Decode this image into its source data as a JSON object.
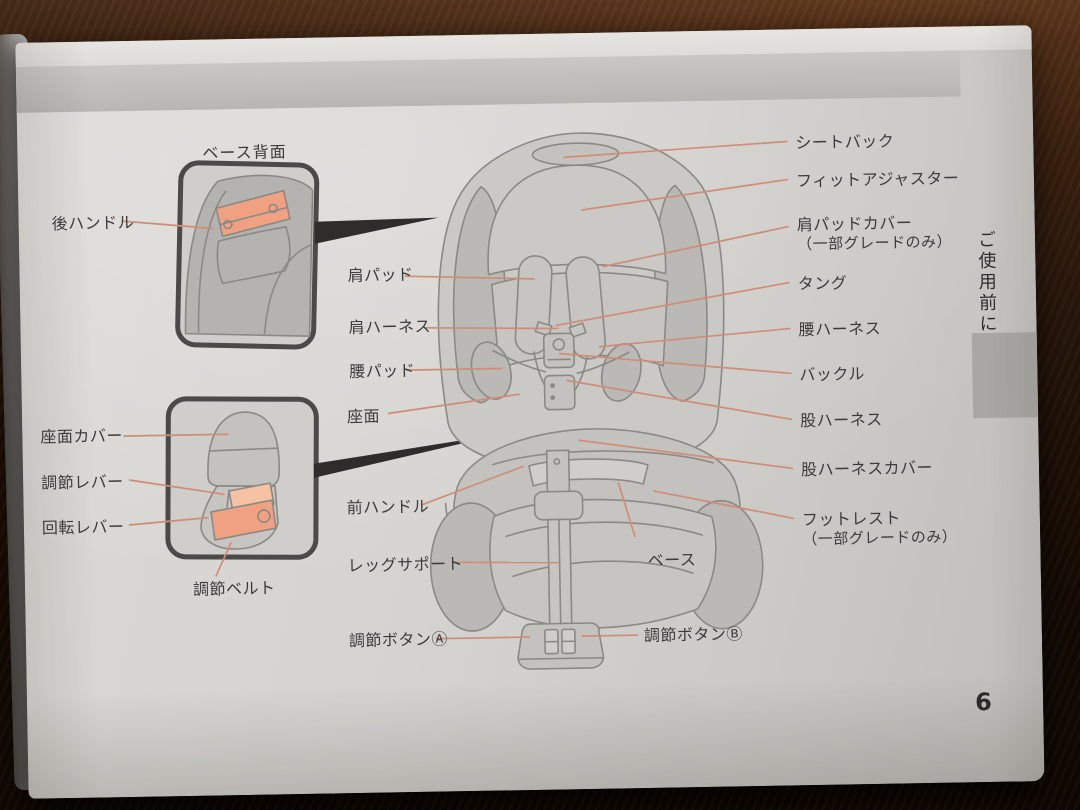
{
  "page": {
    "page_number": "6",
    "side_tab": "ご使用前に"
  },
  "labels": {
    "base_rear_title": "ベース背面",
    "rear_handle": "後ハンドル",
    "shoulder_pad": "肩パッド",
    "shoulder_harness": "肩ハーネス",
    "waist_pad": "腰パッド",
    "seat_surface": "座面",
    "seat_cover": "座面カバー",
    "adjust_lever": "調節レバー",
    "rotate_lever": "回転レバー",
    "adjust_belt": "調節ベルト",
    "front_handle": "前ハンドル",
    "leg_support": "レッグサポート",
    "adjust_button_a": "調節ボタンⒶ",
    "base": "ベース",
    "adjust_button_b": "調節ボタンⒷ",
    "seat_back": "シートバック",
    "fit_adjuster": "フィットアジャスター",
    "shoulder_pad_cover": "肩パッドカバー",
    "shoulder_pad_cover_note": "（一部グレードのみ）",
    "tongue": "タング",
    "waist_harness": "腰ハーネス",
    "buckle": "バックル",
    "crotch_harness": "股ハーネス",
    "crotch_harness_cover": "股ハーネスカバー",
    "footrest": "フットレスト",
    "footrest_note": "（一部グレードのみ）"
  },
  "colors": {
    "accent_orange": "#f0a182",
    "accent_orange_light": "#f5c3a4",
    "leader_line": "#cf8d77",
    "line_art": "#8b8985",
    "page_tab_gray": "#a9a7a3"
  }
}
